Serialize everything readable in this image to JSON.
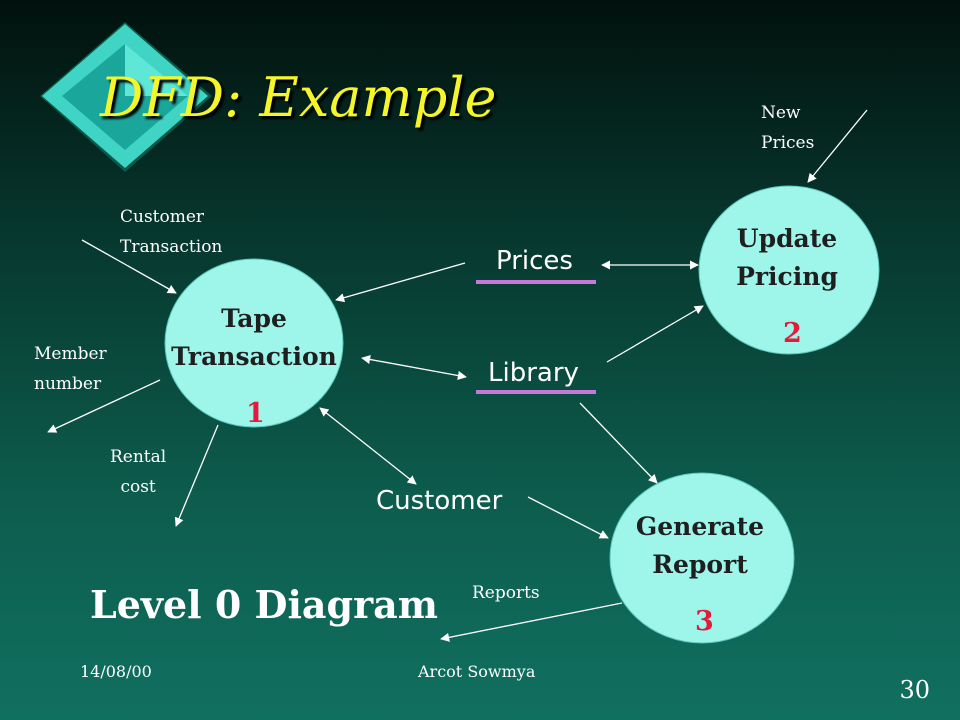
{
  "slide": {
    "title": "DFD: Example",
    "subtitle": "Level 0 Diagram",
    "date": "14/08/00",
    "author": "Arcot Sowmya",
    "page_number": "30"
  },
  "processes": [
    {
      "name": "Tape\nTransaction",
      "number": "1"
    },
    {
      "name": "Update\nPricing",
      "number": "2"
    },
    {
      "name": "Generate\nReport",
      "number": "3"
    }
  ],
  "data_stores": [
    "Prices",
    "Library",
    "Customer"
  ],
  "external_flows": {
    "customer_transaction": "Customer\nTransaction",
    "member_number": "Member\nnumber",
    "rental_cost": "Rental\ncost",
    "new_prices": "New\nPrices",
    "reports": "Reports"
  },
  "colors": {
    "title": "#f5f52a",
    "process_fill": "#9ef5ea",
    "process_number": "#e4193b",
    "store_underline": "#c678d8",
    "arrow": "#ffffff"
  },
  "icons": [
    "diamond-bullet-icon"
  ]
}
